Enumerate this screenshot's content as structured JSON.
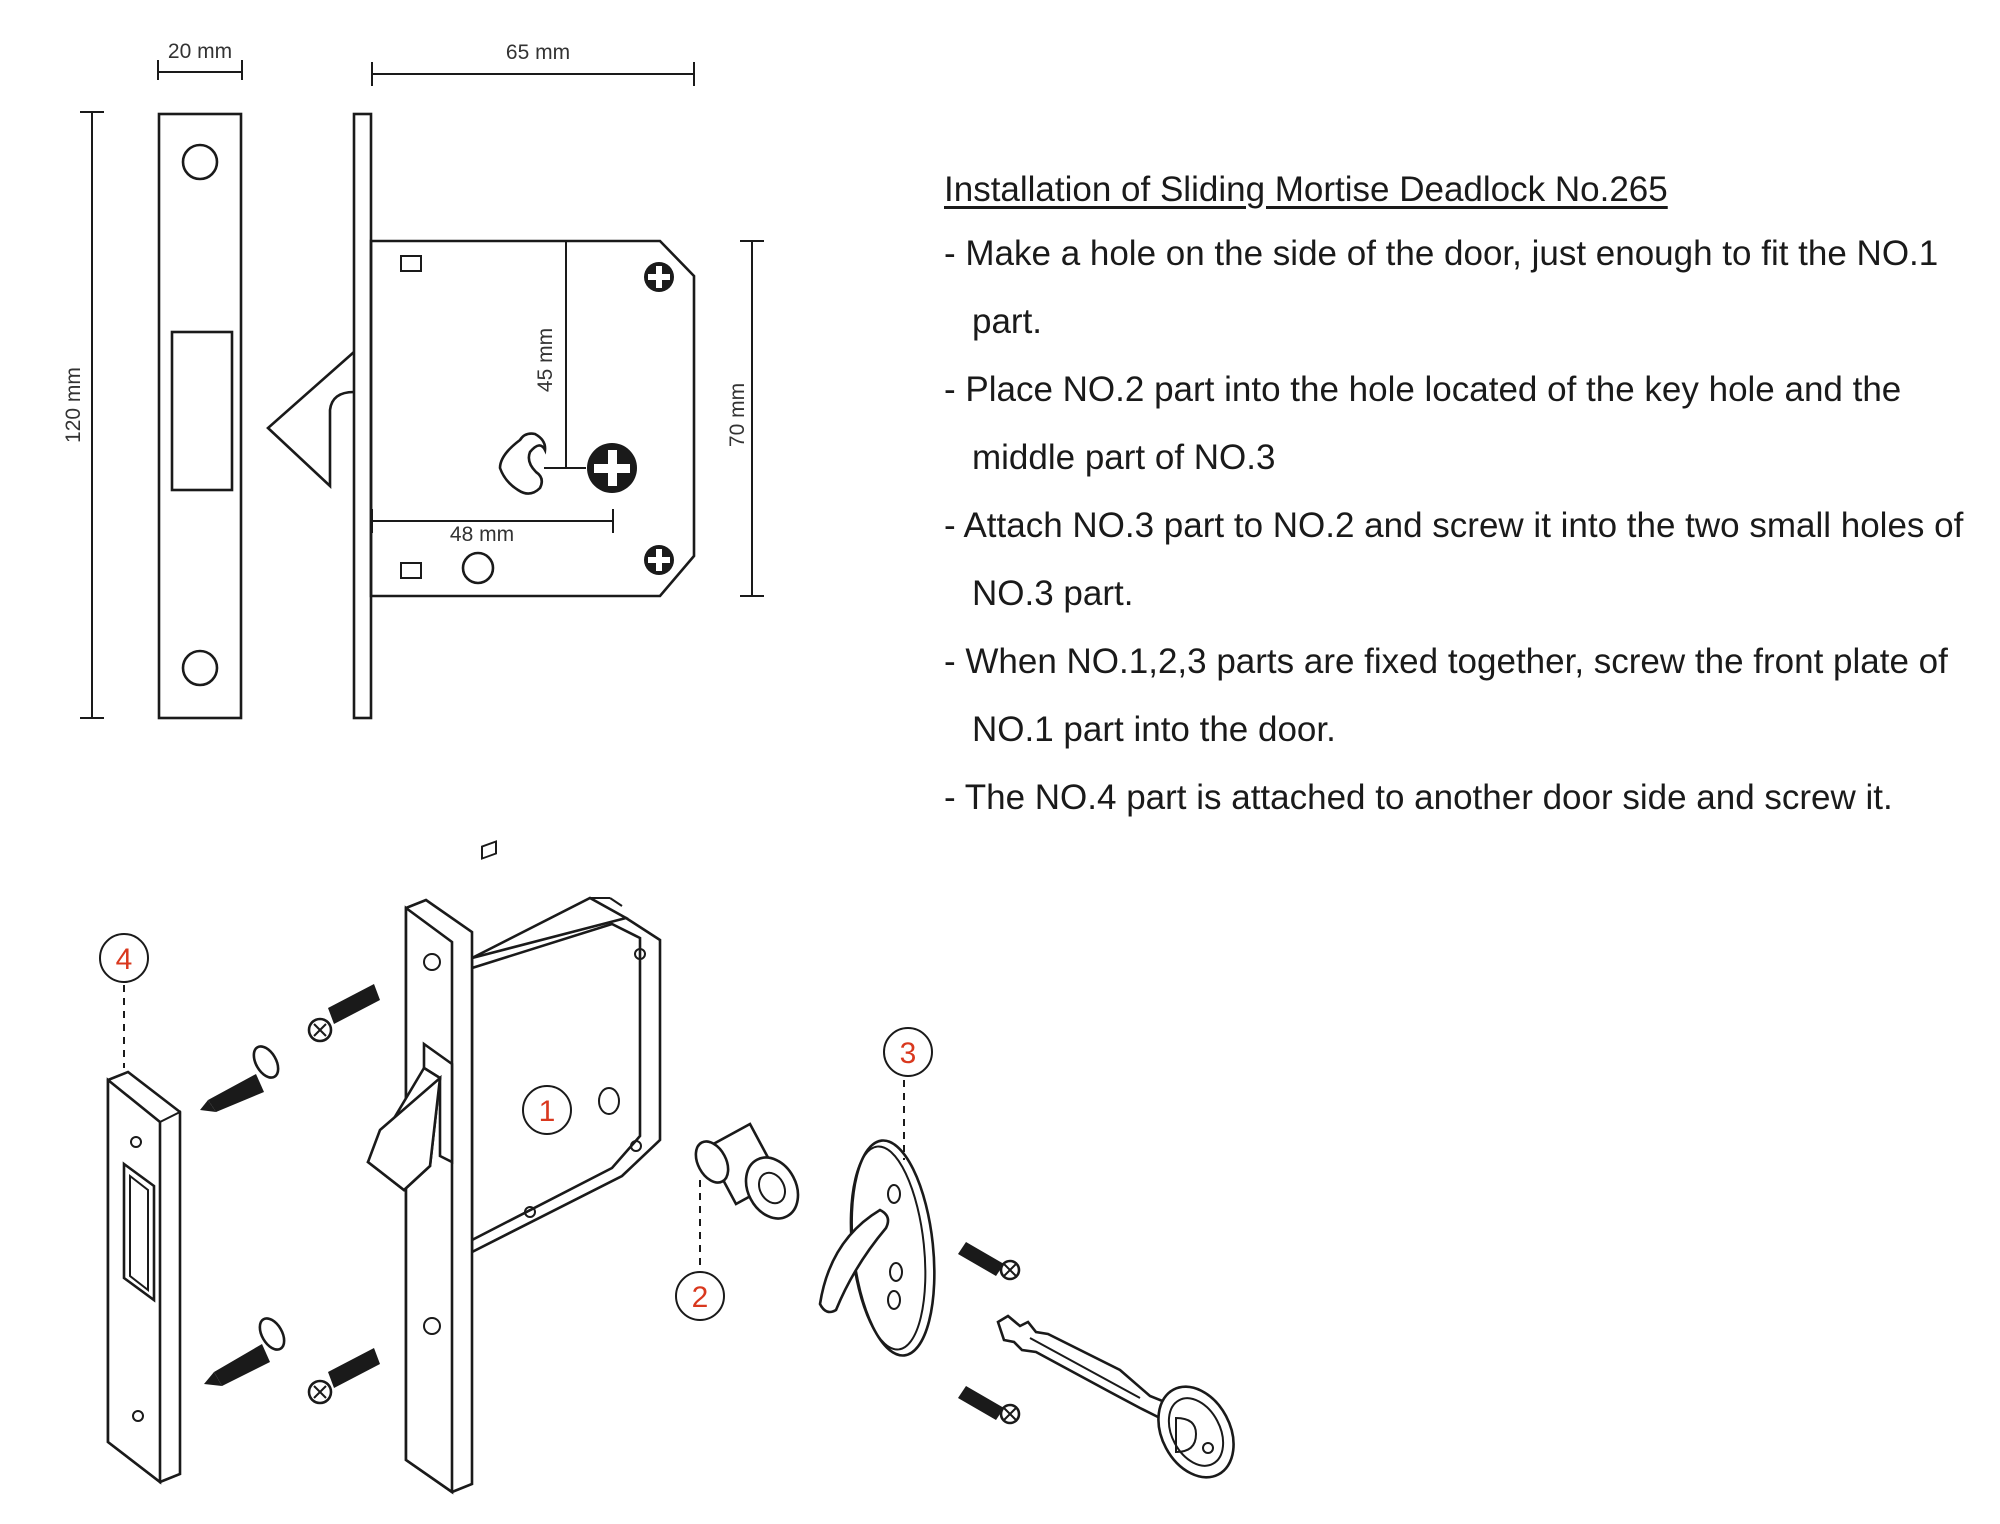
{
  "dimensions": {
    "plate_width": "20 mm",
    "depth": "65 mm",
    "plate_height": "120 mm",
    "keyhole_height": "45 mm",
    "backset": "48 mm",
    "body_height": "70 mm"
  },
  "instructions": {
    "title": "Installation of Sliding Mortise Deadlock No.265",
    "steps": [
      "- Make a hole on the side of the door, just enough to fit the NO.1 part.",
      "- Place NO.2 part into the hole located of the key hole and the middle part of NO.3",
      "- Attach NO.3 part to NO.2 and screw it into the two small holes of NO.3 part.",
      "- When NO.1,2,3 parts are fixed together, screw the front plate of NO.1 part into the door.",
      "- The NO.4 part is attached to another door side and screw it."
    ]
  },
  "part_numbers": {
    "p1": "1",
    "p2": "2",
    "p3": "3",
    "p4": "4"
  },
  "icons": [
    "screw-icon",
    "key-icon",
    "phillips-screw-head-icon"
  ]
}
